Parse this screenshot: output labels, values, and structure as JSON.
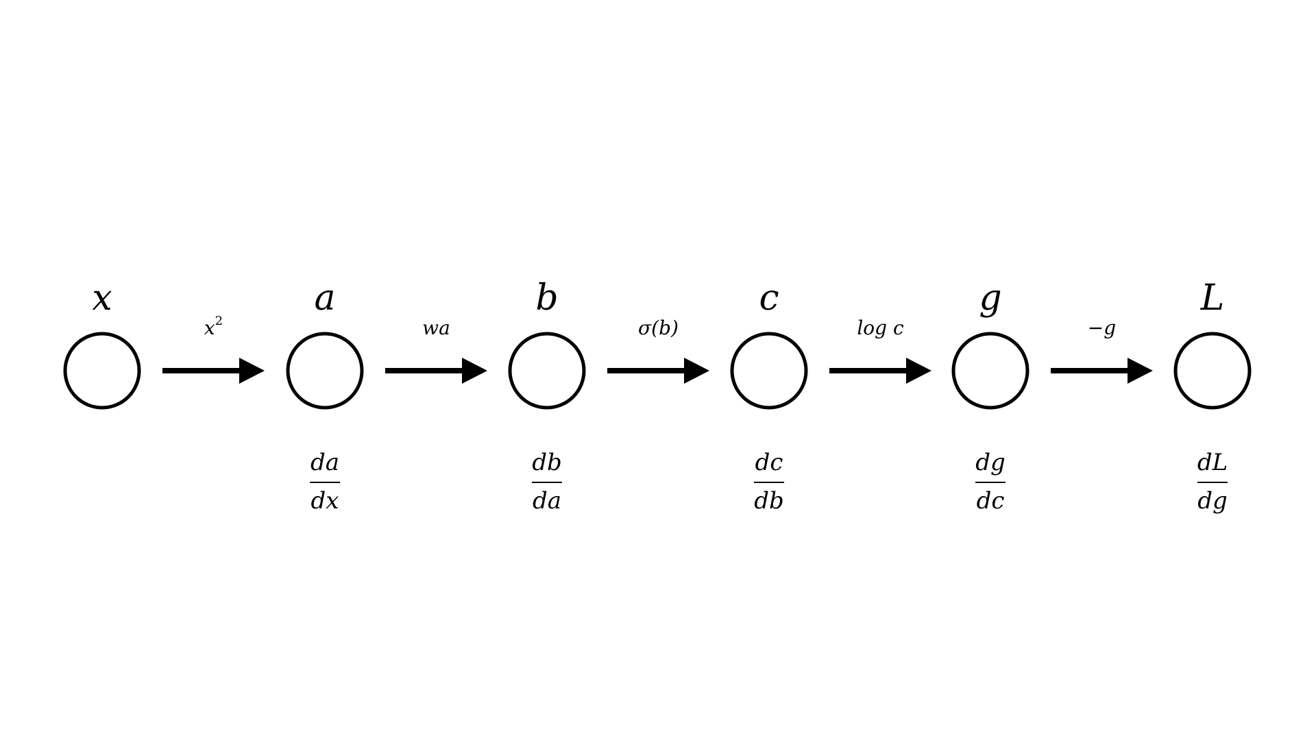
{
  "diagram": {
    "title": "Computational graph chain rule",
    "colors": {
      "stroke": "#000000",
      "background": "#ffffff"
    },
    "nodes": [
      {
        "label": "x",
        "derivative": null
      },
      {
        "label": "a",
        "derivative": {
          "num": "da",
          "den": "dx"
        }
      },
      {
        "label": "b",
        "derivative": {
          "num": "db",
          "den": "da"
        }
      },
      {
        "label": "c",
        "derivative": {
          "num": "dc",
          "den": "db"
        }
      },
      {
        "label": "g",
        "derivative": {
          "num": "dg",
          "den": "dc"
        }
      },
      {
        "label": "L",
        "derivative": {
          "num": "dL",
          "den": "dg"
        }
      }
    ],
    "edges": [
      {
        "label": "x",
        "sup": "2"
      },
      {
        "label": "wa"
      },
      {
        "label": "σ(b)"
      },
      {
        "label": "log c"
      },
      {
        "label": "−g"
      }
    ]
  }
}
